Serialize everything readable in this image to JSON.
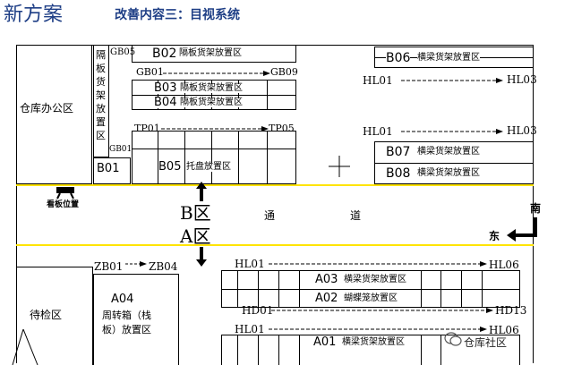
{
  "header": {
    "title": "新方案",
    "subtitle": "改善内容三：目视系统"
  },
  "areas": {
    "warehouse_office": "仓库办公区",
    "inspection_area": "待检区",
    "board_location": "看板位置",
    "aisle_b": "B区",
    "aisle_a": "A区",
    "aisle_1": "通",
    "aisle_2": "道",
    "south": "南",
    "east": "东"
  },
  "racks": {
    "b01": "B01",
    "b01_vertical": "隔板货架放置区",
    "b02_code": "B02",
    "b02_name": "隔板货架放置区",
    "b03_code": "B03",
    "b03_name": "隔板货架放置区",
    "b04_code": "B04",
    "b04_name": "隔板货架放置区",
    "b05_code": "B05",
    "b05_name": "托盘放置区",
    "b06_code": "B06",
    "b06_name": "横梁货架放置区",
    "b07_code": "B07",
    "b07_name": "横梁货架放置区",
    "b08_code": "B08",
    "b08_name": "横梁货架放置区",
    "a01_code": "A01",
    "a01_name": "横梁货架放置区",
    "a02_code": "A02",
    "a02_name": "蝴蝶笼放置区",
    "a03_code": "A03",
    "a03_name": "横梁货架放置区",
    "a04_code": "A04",
    "a04_line1": "周转箱（栈",
    "a04_line2": "板）放置区"
  },
  "labels": {
    "gb05": "GB05",
    "gb01_top": "GB01",
    "gb09": "GB09",
    "gb01_side": "GB01",
    "tp01": "TP01",
    "tp05": "TP05",
    "hl01_b06": "HL01",
    "hl03_b06": "HL03",
    "hl01_b07": "HL01",
    "hl03_b07": "HL03",
    "zb01": "ZB01",
    "zb04": "ZB04",
    "hl01_a03": "HL01",
    "hl06_a03": "HL06",
    "hd01": "HD01",
    "hd13": "HD13",
    "hl01_a01": "HL01",
    "hl06_a01": "HL06"
  },
  "watermark": "仓库社区",
  "colors": {
    "title": "#1f3f86",
    "aisle_line": "#ffe400",
    "lines": "#000000"
  }
}
